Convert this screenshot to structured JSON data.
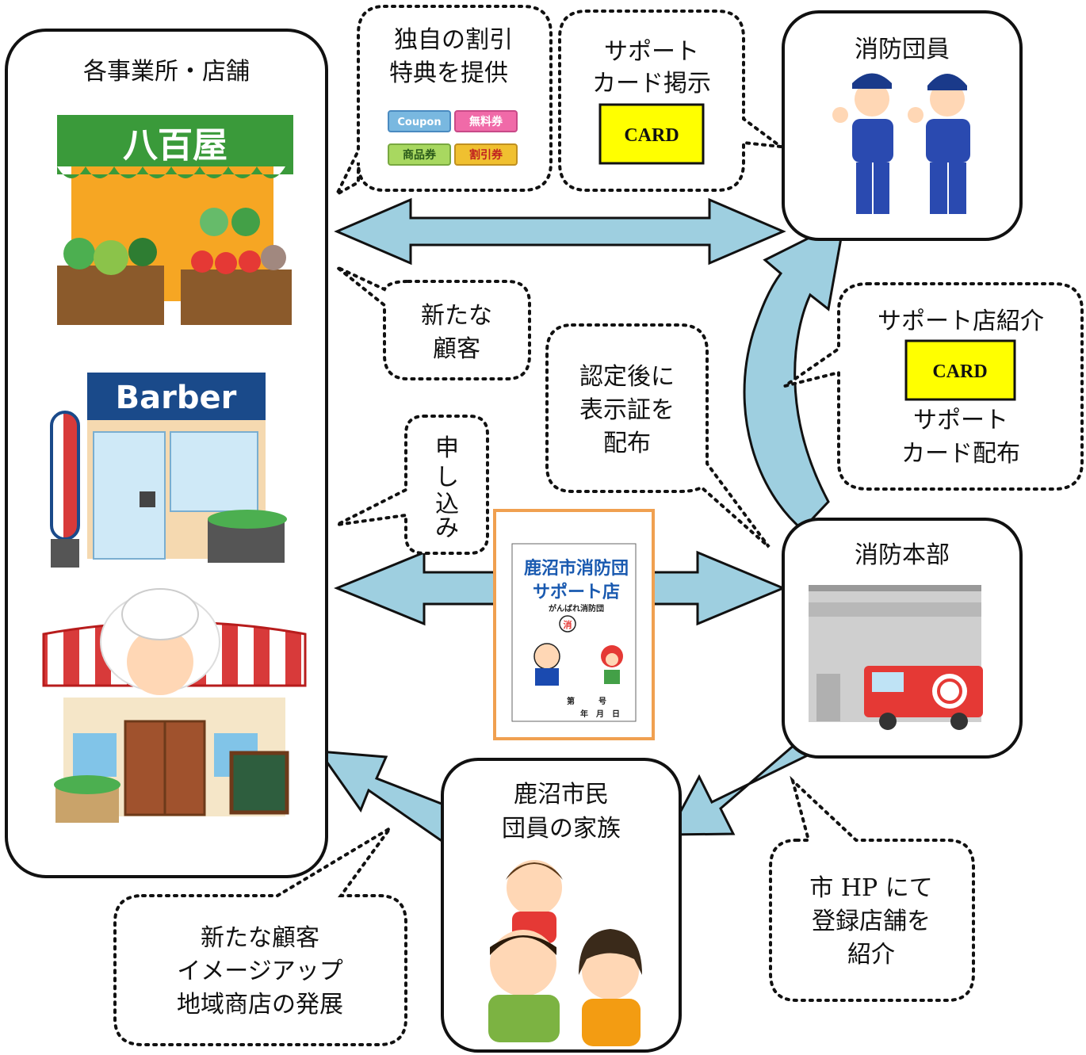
{
  "nodes": {
    "shops": {
      "title": "各事業所・店舗"
    },
    "members": {
      "title": "消防団員"
    },
    "hq": {
      "title": "消防本部"
    },
    "citizens": {
      "title_line1": "鹿沼市民",
      "title_line2": "団員の家族"
    }
  },
  "shop_signs": {
    "greengrocer": "八百屋",
    "barber": "Barber"
  },
  "callouts": {
    "discount": {
      "line1": "独自の割引",
      "line2": "特典を提供"
    },
    "coupons": [
      "Coupon",
      "無料券",
      "商品券",
      "割引券"
    ],
    "show_card": {
      "line1": "サポート",
      "line2": "カード掲示",
      "card": "CARD"
    },
    "new_customers": {
      "line1": "新たな",
      "line2": "顧客"
    },
    "certify": {
      "line1": "認定後に",
      "line2": "表示証を",
      "line3": "配布"
    },
    "apply": {
      "chars": [
        "申",
        "し",
        "込",
        "み"
      ]
    },
    "support_store": {
      "line1": "サポート店紹介",
      "card": "CARD",
      "line2": "サポート",
      "line3": "カード配布"
    },
    "benefits": {
      "line1": "新たな顧客",
      "line2": "イメージアップ",
      "line3": "地域商店の発展"
    },
    "city_hp": {
      "line1": "市 HP にて",
      "line2": "登録店舗を",
      "line3": "紹介"
    }
  },
  "certificate": {
    "title1": "鹿沼市消防団",
    "title2": "サポート店",
    "subtitle": "がんばれ消防団",
    "badge": "消",
    "number": "第　　　号",
    "date": "年　月　日"
  },
  "colors": {
    "arrow_fill": "#9ecfe0",
    "card_yellow": "#ffff00",
    "certificate_border": "#f0a050"
  }
}
